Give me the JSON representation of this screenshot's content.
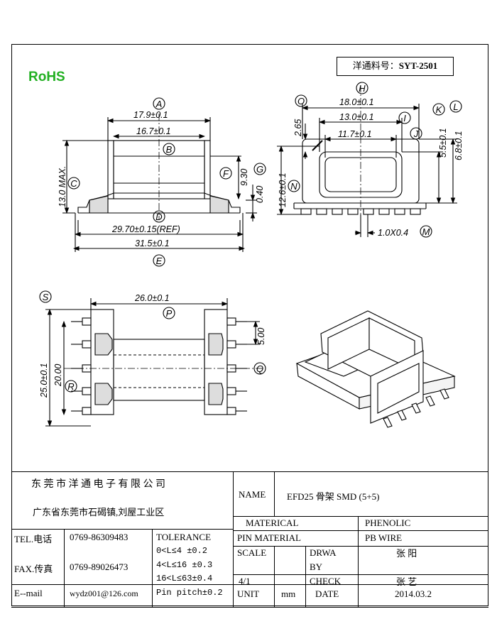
{
  "part_number_label": "洋通料号：",
  "part_number": "SYT-2501",
  "rohs": "RoHS",
  "dims": {
    "A": "A",
    "B": "B",
    "C": "C",
    "D": "D",
    "E": "E",
    "F": "F",
    "G": "G",
    "H": "H",
    "I": "I",
    "J": "J",
    "K": "K",
    "L": "L",
    "M": "M",
    "N": "N",
    "O": "O",
    "P": "P",
    "Q": "Q",
    "R": "R",
    "S": "S",
    "a_val": "17.9±0.1",
    "b_val": "16.7±0.1",
    "d_val": "29.70±0.15(REF)",
    "e_val": "31.5±0.1",
    "f_val": "9.30",
    "g_val": "0.40",
    "c_val": "13.0 MAX.",
    "h_val": "18.0±0.1",
    "i_val": "13.0±0.1",
    "j_val": "11.7±0.1",
    "o_val": "2.65",
    "k_val": "5.5±0.1",
    "l_val": "6.8±0.1",
    "n_val": "12.6±0.1",
    "m_val": "1.0X0.4",
    "p_val": "26.0±0.1",
    "q_val": "5.00",
    "s_val": "25.0±0.1",
    "r_val": "20.00"
  },
  "title_block": {
    "company": "东 莞 市 洋 通 电 子 有 限 公 司",
    "address": "广东省东莞市石碣镇,刘屋工业区",
    "name_label": "NAME",
    "name_value": "EFD25  骨架 SMD (5+5)",
    "material_label": "MATERICAL",
    "material_value": "PHENOLIC",
    "pin_material_label": "PIN MATERIAL",
    "pin_material_value": "PB WIRE",
    "tel_label": "TEL.电话",
    "tel_value": "0769-86309483",
    "fax_label": "FAX.传真",
    "fax_value": "0769-89026473",
    "email_label": "E--mail",
    "email_value": "wydz001@126.com",
    "tolerance_label": "TOLERANCE",
    "tol1": "0<L≤4   ±0.2",
    "tol2": "4<L≤16  ±0.3",
    "tol3": "16<L≤63±0.4",
    "tol4": "Pin pitch±0.2",
    "scale_label": "SCALE",
    "scale_value": "4/1",
    "drawn_label_1": "DRWA",
    "drawn_label_2": "BY",
    "drawn_value": "张 阳",
    "check_label": "CHECK",
    "check_value": "张 艺",
    "unit_label": "UNIT",
    "unit_value": "mm",
    "date_label": "DATE",
    "date_value": "2014.03.2"
  }
}
